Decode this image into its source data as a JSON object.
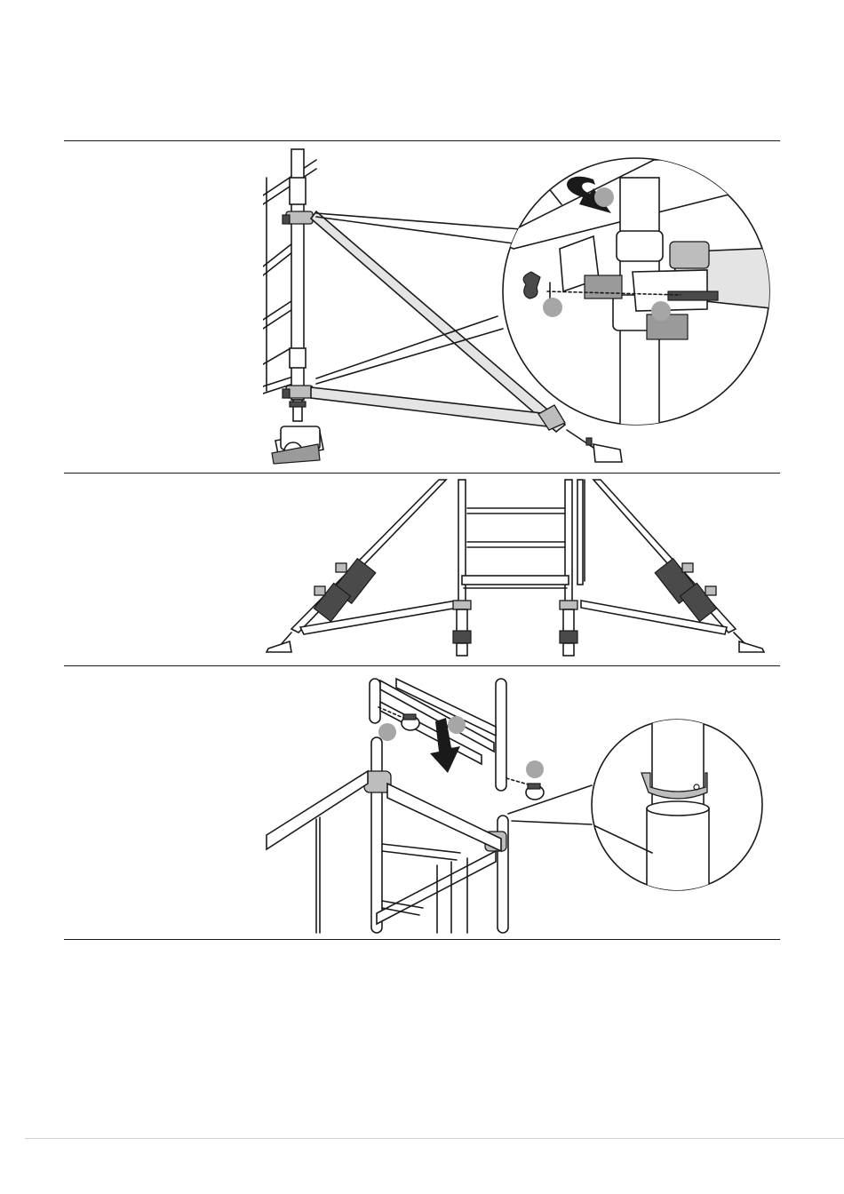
{
  "document": {
    "sections": [
      {
        "id": "step-stabiliser-attach",
        "description_text": ""
      },
      {
        "id": "step-stabiliser-front-view",
        "description_text": ""
      },
      {
        "id": "step-frame-lock-clips",
        "description_text": ""
      }
    ]
  },
  "icons": {
    "rotate_arrow": "rotate-arrow-icon",
    "down_arrow": "down-arrow-icon",
    "callout_marker": "callout-marker-icon"
  },
  "colors": {
    "line": "#1a1a1a",
    "marker": "#a6a6a6",
    "fill_light": "#e4e4e4",
    "footer_rule": "#cfcfcf"
  }
}
